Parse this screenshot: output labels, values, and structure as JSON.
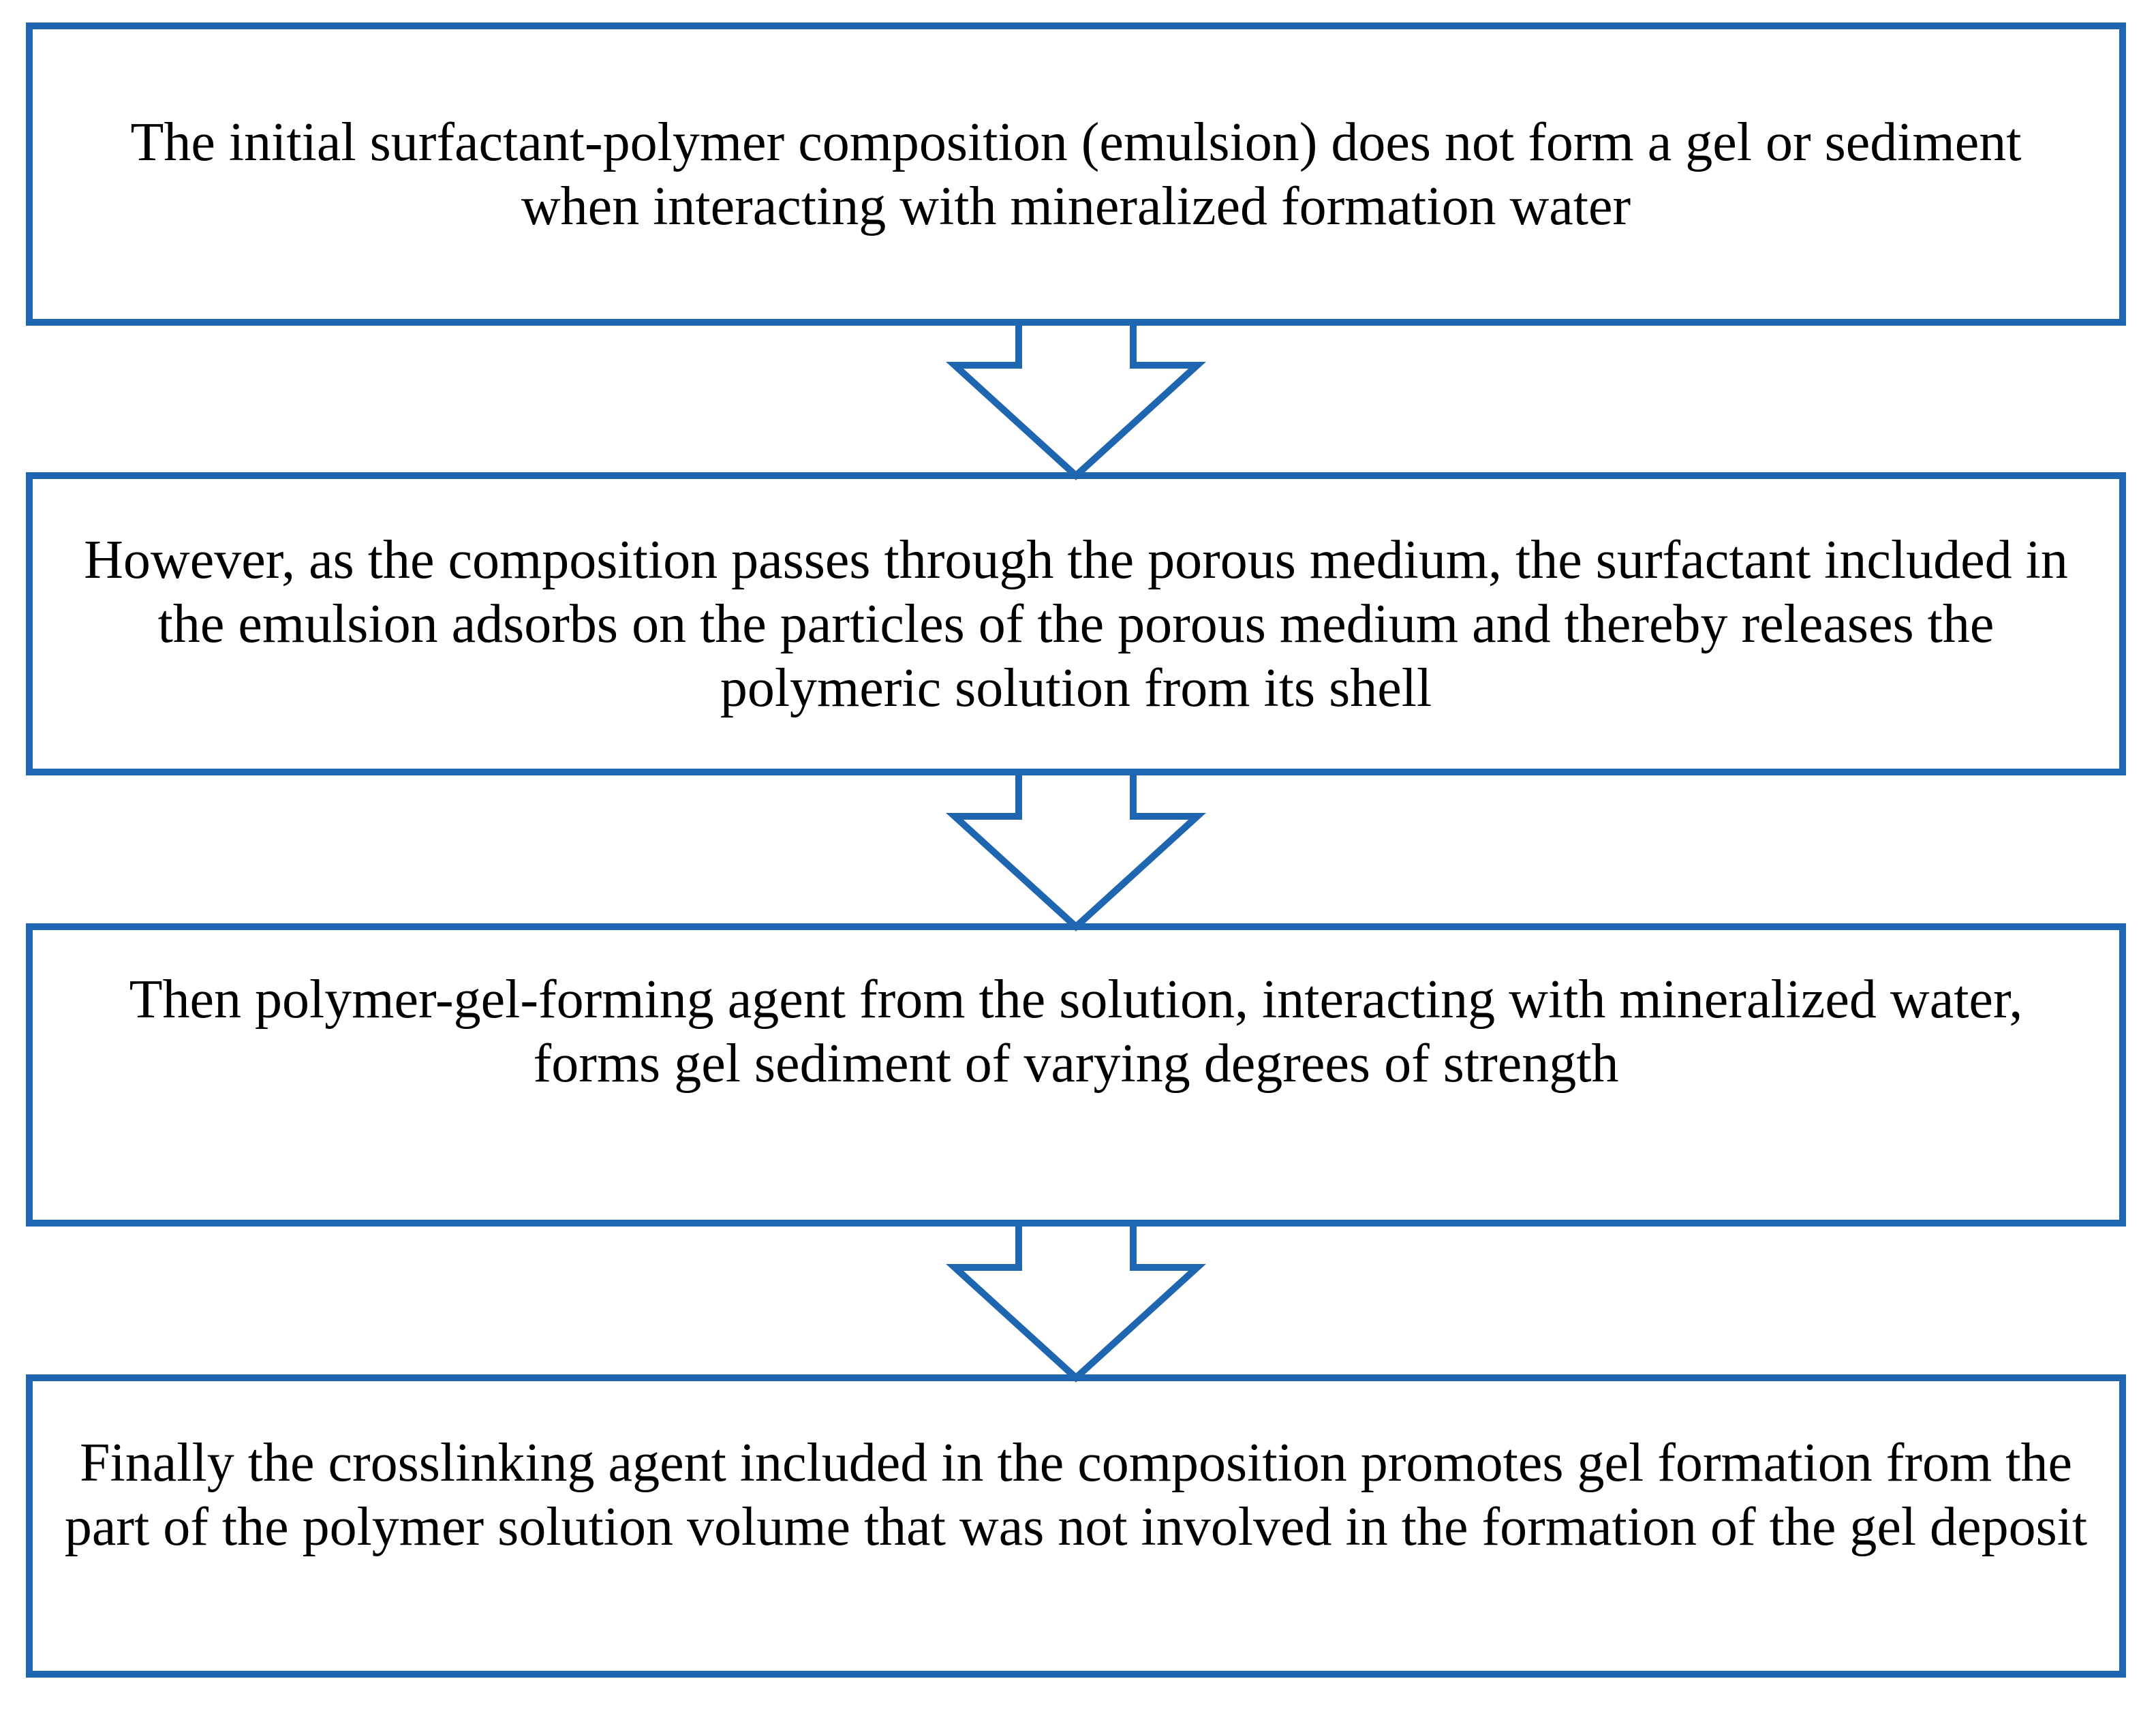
{
  "colors": {
    "stroke": "#1f66b1",
    "text": "#000000",
    "background": "#ffffff"
  },
  "steps": [
    {
      "text": "The initial surfactant-polymer composition (emulsion) does not form a gel or sediment when interacting with mineralized formation water"
    },
    {
      "text": "However, as the composition passes through the porous medium, the surfactant included in the emulsion adsorbs on the particles of the porous medium and thereby releases the polymeric solution from its shell"
    },
    {
      "text": "Then polymer-gel-forming agent from the solution, interacting with mineralized water, forms gel sediment of varying degrees of strength"
    },
    {
      "text": "Finally the crosslinking agent included in the composition promotes gel formation from the part of the polymer solution volume that was not involved in the formation of the gel deposit"
    }
  ],
  "arrows": [
    {
      "icon": "down-arrow-icon"
    },
    {
      "icon": "down-arrow-icon"
    },
    {
      "icon": "down-arrow-icon"
    }
  ]
}
